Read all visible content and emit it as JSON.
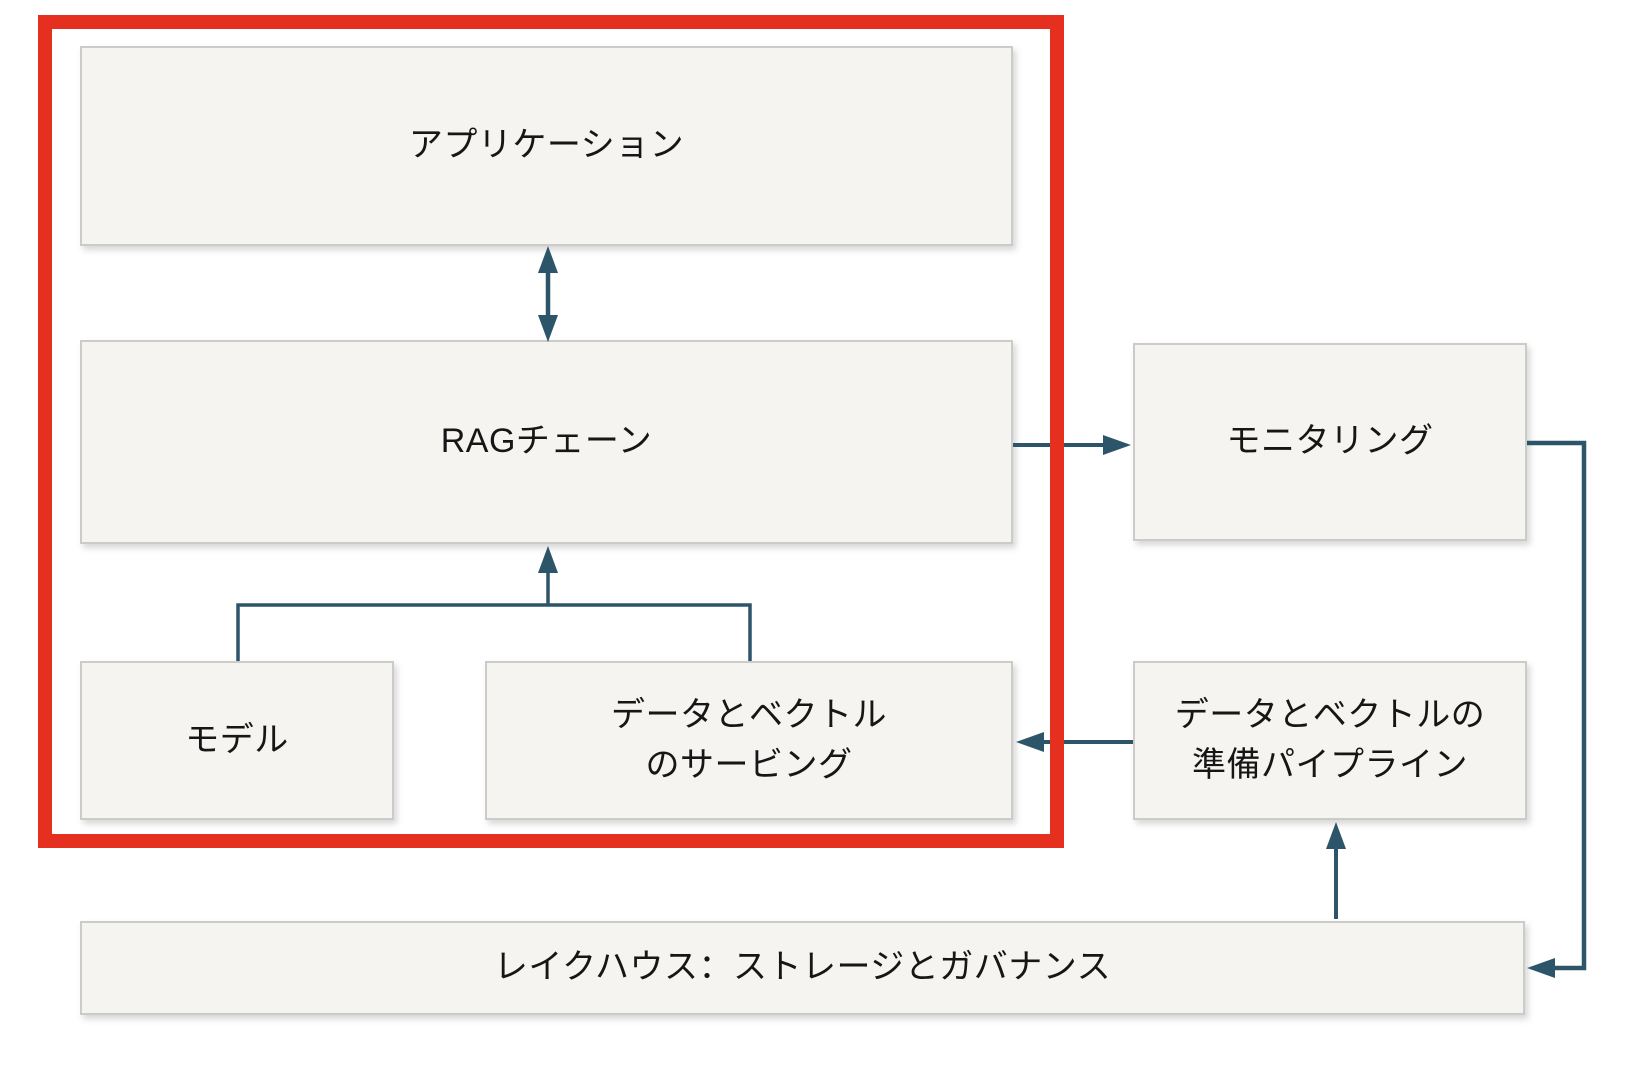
{
  "diagram": {
    "title": "RAG architecture diagram (Japanese)",
    "colors": {
      "background": "#ffffff",
      "box_fill": "#f6f4f1",
      "box_border": "#cbcbc8",
      "connector": "#2d5569",
      "highlight_frame": "#e5301f",
      "text": "#161616"
    },
    "boxes": {
      "application": {
        "label": "アプリケーション"
      },
      "rag_chain": {
        "label": "RAGチェーン"
      },
      "model": {
        "label": "モデル"
      },
      "data_vector_serving": {
        "label": "データとベクトル\nのサービング"
      },
      "monitoring": {
        "label": "モニタリング"
      },
      "data_vector_prep_pipeline": {
        "label": "データとベクトルの\n準備パイプライン"
      },
      "lakehouse": {
        "label": "レイクハウス：ストレージとガバナンス"
      }
    },
    "highlight_frame_encloses": [
      "application",
      "rag_chain",
      "model",
      "data_vector_serving"
    ],
    "connections": [
      {
        "from": "application",
        "to": "rag_chain",
        "type": "double-headed vertical arrow"
      },
      {
        "from": "rag_chain",
        "to": "monitoring",
        "type": "arrow right"
      },
      {
        "from": "model",
        "to": "rag_chain",
        "type": "branch up via T-connector"
      },
      {
        "from": "data_vector_serving",
        "to": "rag_chain",
        "type": "branch up via T-connector"
      },
      {
        "from": "data_vector_prep_pipeline",
        "to": "data_vector_serving",
        "type": "arrow left"
      },
      {
        "from": "lakehouse",
        "to": "data_vector_prep_pipeline",
        "type": "arrow up"
      },
      {
        "from": "monitoring",
        "to": "lakehouse",
        "type": "elbow arrow right-down-left"
      }
    ]
  }
}
